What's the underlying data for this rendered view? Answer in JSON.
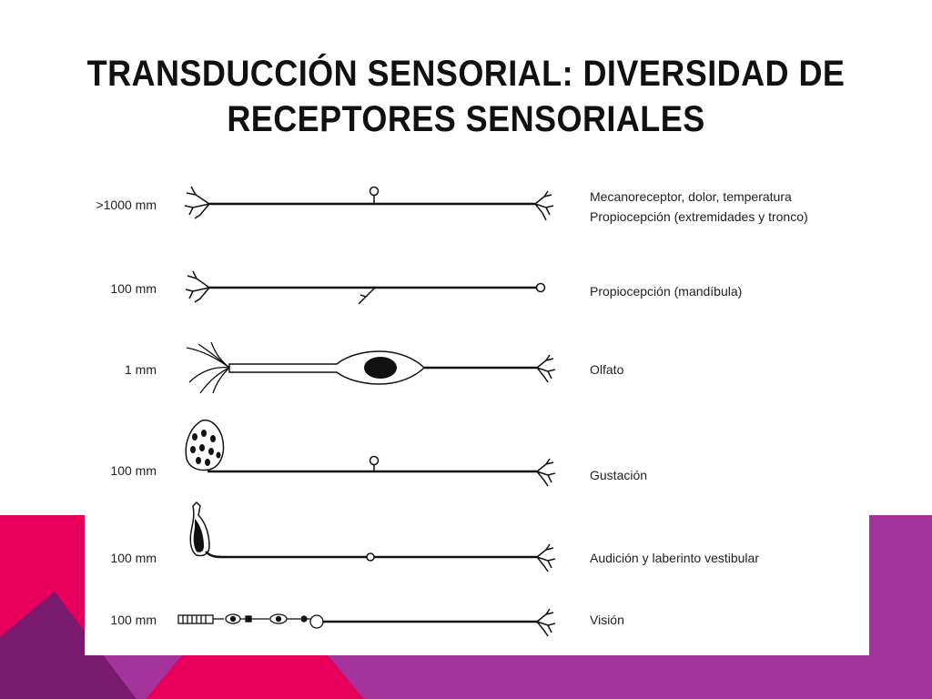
{
  "title_lines": [
    "TRANSDUCCIÓN SENSORIAL: DIVERSIDAD DE",
    "RECEPTORES SENSORIALES"
  ],
  "colors": {
    "accent_pink": "#e6005c",
    "accent_purple": "#a12a92",
    "accent_magenta": "#c2217a",
    "line": "#111111"
  },
  "rows": [
    {
      "length": ">1000 mm",
      "labels": [
        "Mecanoreceptor, dolor, temperatura",
        "Propiocepción  (extremidades y tronco)"
      ]
    },
    {
      "length": "100 mm",
      "labels": [
        "Propiocepción (mandíbula)"
      ]
    },
    {
      "length": "1 mm",
      "labels": [
        "Olfato"
      ]
    },
    {
      "length": "100 mm",
      "labels": [
        "Gustación"
      ]
    },
    {
      "length": "100 mm",
      "labels": [
        "Audición y laberinto vestibular"
      ]
    },
    {
      "length": "100 mm",
      "labels": [
        "Visión"
      ]
    }
  ]
}
